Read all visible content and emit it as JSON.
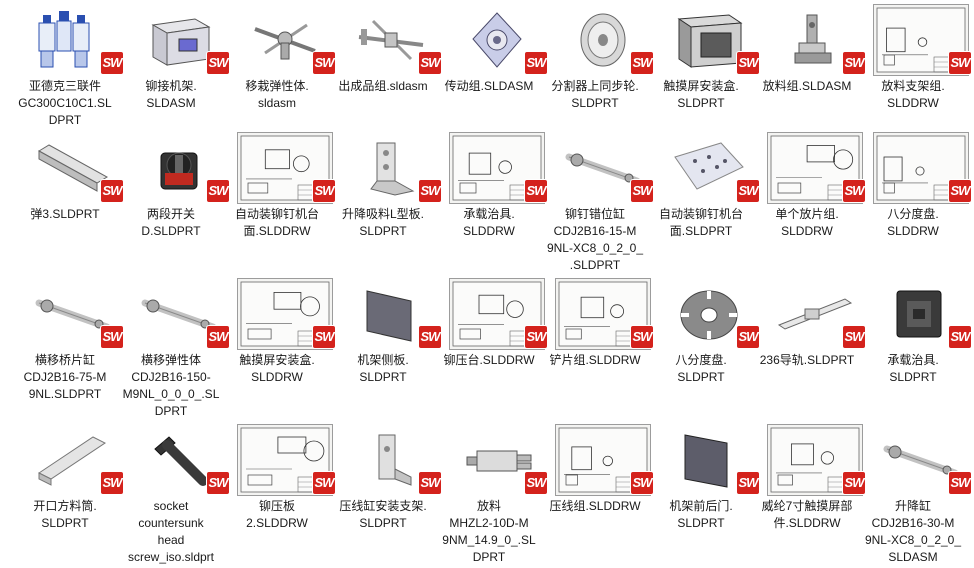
{
  "badge": "SW",
  "files": [
    {
      "name": "亚德克三联件GC300C10C1.SLDPRT",
      "lines": [
        "亚德克三联件",
        "GC300C10C1.SL",
        "DPRT"
      ],
      "type": "part",
      "icon": "air-filter-unit-icon"
    },
    {
      "name": "铆接机架.SLDASM",
      "lines": [
        "铆接机架.",
        "SLDASM"
      ],
      "type": "assembly",
      "icon": "frame-box-icon"
    },
    {
      "name": "移栽弹性体.sldasm",
      "lines": [
        "移栽弹性体.",
        "sldasm"
      ],
      "type": "assembly",
      "icon": "transfer-arm-icon"
    },
    {
      "name": "出成品组.sldasm",
      "lines": [
        "出成品组.sldasm"
      ],
      "type": "assembly",
      "icon": "output-arm-icon"
    },
    {
      "name": "传动组.SLDASM",
      "lines": [
        "传动组.SLDASM"
      ],
      "type": "assembly",
      "icon": "drive-plate-icon"
    },
    {
      "name": "分割器上同步轮.SLDPRT",
      "lines": [
        "分割器上同步轮.",
        "SLDPRT"
      ],
      "type": "part",
      "icon": "pulley-icon"
    },
    {
      "name": "触摸屏安装盒.SLDPRT",
      "lines": [
        "触摸屏安装盒.",
        "SLDPRT"
      ],
      "type": "part",
      "icon": "screen-box-icon"
    },
    {
      "name": "放料组.SLDASM",
      "lines": [
        "放料组.SLDASM"
      ],
      "type": "assembly",
      "icon": "feeder-icon"
    },
    {
      "name": "放料支架组.SLDDRW",
      "lines": [
        "放料支架组.",
        "SLDDRW"
      ],
      "type": "drawing",
      "icon": "drawing-sheet-icon"
    },
    {
      "name": "弹3.SLDPRT",
      "lines": [
        "弹3.SLDPRT"
      ],
      "type": "part",
      "icon": "rail-bar-icon"
    },
    {
      "name": "两段开关D.SLDPRT",
      "lines": [
        "两段开关",
        "D.SLDPRT"
      ],
      "type": "part",
      "icon": "switch-icon"
    },
    {
      "name": "自动装铆钉机台面.SLDDRW",
      "lines": [
        "自动装铆钉机台",
        "面.SLDDRW"
      ],
      "type": "drawing",
      "icon": "drawing-sheet-icon"
    },
    {
      "name": "升降吸料L型板.SLDPRT",
      "lines": [
        "升降吸料L型板.",
        "SLDPRT"
      ],
      "type": "part",
      "icon": "l-bracket-icon"
    },
    {
      "name": "承载治具.SLDDRW",
      "lines": [
        "承载治具.",
        "SLDDRW"
      ],
      "type": "drawing",
      "icon": "drawing-sheet-icon"
    },
    {
      "name": "铆钉错位缸CDJ2B16-15-M9NL-XC8_0_2_0_.SLDPRT",
      "lines": [
        "铆钉错位缸",
        "CDJ2B16-15-M",
        "9NL-XC8_0_2_0_",
        ".SLDPRT"
      ],
      "type": "part",
      "icon": "cylinder-icon"
    },
    {
      "name": "自动装铆钉机台面.SLDPRT",
      "lines": [
        "自动装铆钉机台",
        "面.SLDPRT"
      ],
      "type": "part",
      "icon": "plate-holes-icon"
    },
    {
      "name": "单个放片组.SLDDRW",
      "lines": [
        "单个放片组.",
        "SLDDRW"
      ],
      "type": "drawing",
      "icon": "drawing-sheet-icon"
    },
    {
      "name": "八分度盘.SLDDRW",
      "lines": [
        "八分度盘.",
        "SLDDRW"
      ],
      "type": "drawing",
      "icon": "drawing-sheet-icon"
    },
    {
      "name": "横移桥片缸CDJ2B16-75-M9NL.SLDPRT",
      "lines": [
        "横移桥片缸",
        "CDJ2B16-75-M",
        "9NL.SLDPRT"
      ],
      "type": "part",
      "icon": "cylinder-icon"
    },
    {
      "name": "横移弹性体CDJ2B16-150-M9NL_0_0_0_.SLDPRT",
      "lines": [
        "横移弹性体",
        "CDJ2B16-150-",
        "M9NL_0_0_0_.SL",
        "DPRT"
      ],
      "type": "part",
      "icon": "cylinder-icon"
    },
    {
      "name": "触摸屏安装盒.SLDDRW",
      "lines": [
        "触摸屏安装盒.",
        "SLDDRW"
      ],
      "type": "drawing",
      "icon": "drawing-sheet-icon"
    },
    {
      "name": "机架侧板.SLDPRT",
      "lines": [
        "机架侧板.",
        "SLDPRT"
      ],
      "type": "part",
      "icon": "panel-icon"
    },
    {
      "name": "铆压台.SLDDRW",
      "lines": [
        "铆压台.SLDDRW"
      ],
      "type": "drawing",
      "icon": "drawing-sheet-icon"
    },
    {
      "name": "铲片组.SLDDRW",
      "lines": [
        "铲片组.SLDDRW"
      ],
      "type": "drawing",
      "icon": "drawing-sheet-icon"
    },
    {
      "name": "八分度盘.SLDPRT",
      "lines": [
        "八分度盘.",
        "SLDPRT"
      ],
      "type": "part",
      "icon": "index-disc-icon"
    },
    {
      "name": "236导轨.SLDPRT",
      "lines": [
        "236导轨.SLDPRT"
      ],
      "type": "part",
      "icon": "guide-rail-icon"
    },
    {
      "name": "承载治具.SLDPRT",
      "lines": [
        "承载治具.",
        "SLDPRT"
      ],
      "type": "part",
      "icon": "fixture-icon"
    },
    {
      "name": "开口方料筒.SLDPRT",
      "lines": [
        "开口方料筒.",
        "SLDPRT"
      ],
      "type": "part",
      "icon": "channel-tube-icon"
    },
    {
      "name": "socket countersunk head screw_iso.sldprt",
      "lines": [
        "socket",
        "countersunk",
        "head",
        "screw_iso.sldprt"
      ],
      "type": "part",
      "icon": "screw-icon"
    },
    {
      "name": "铆压板2.SLDDRW",
      "lines": [
        "铆压板",
        "2.SLDDRW"
      ],
      "type": "drawing",
      "icon": "drawing-sheet-icon"
    },
    {
      "name": "压线缸安装支架.SLDPRT",
      "lines": [
        "压线缸安装支架.",
        "SLDPRT"
      ],
      "type": "part",
      "icon": "bracket-icon"
    },
    {
      "name": "放料MHZL2-10D-M9NM_14.9_0_.SLDPRT",
      "lines": [
        "放料",
        "MHZL2-10D-M",
        "9NM_14.9_0_.SL",
        "DPRT"
      ],
      "type": "part",
      "icon": "gripper-icon"
    },
    {
      "name": "压线组.SLDDRW",
      "lines": [
        "压线组.SLDDRW"
      ],
      "type": "drawing",
      "icon": "drawing-sheet-icon"
    },
    {
      "name": "机架前后门.SLDPRT",
      "lines": [
        "机架前后门.",
        "SLDPRT"
      ],
      "type": "part",
      "icon": "door-panel-icon"
    },
    {
      "name": "威纶7寸触摸屏部件.SLDDRW",
      "lines": [
        "威纶7寸触摸屏部",
        "件.SLDDRW"
      ],
      "type": "drawing",
      "icon": "drawing-sheet-icon"
    },
    {
      "name": "升降缸CDJ2B16-30-M9NL-XC8_0_2_0_SLDASM",
      "lines": [
        "升降缸",
        "CDJ2B16-30-M",
        "9NL-XC8_0_2_0_",
        "SLDASM"
      ],
      "type": "assembly",
      "icon": "cylinder-icon"
    }
  ]
}
